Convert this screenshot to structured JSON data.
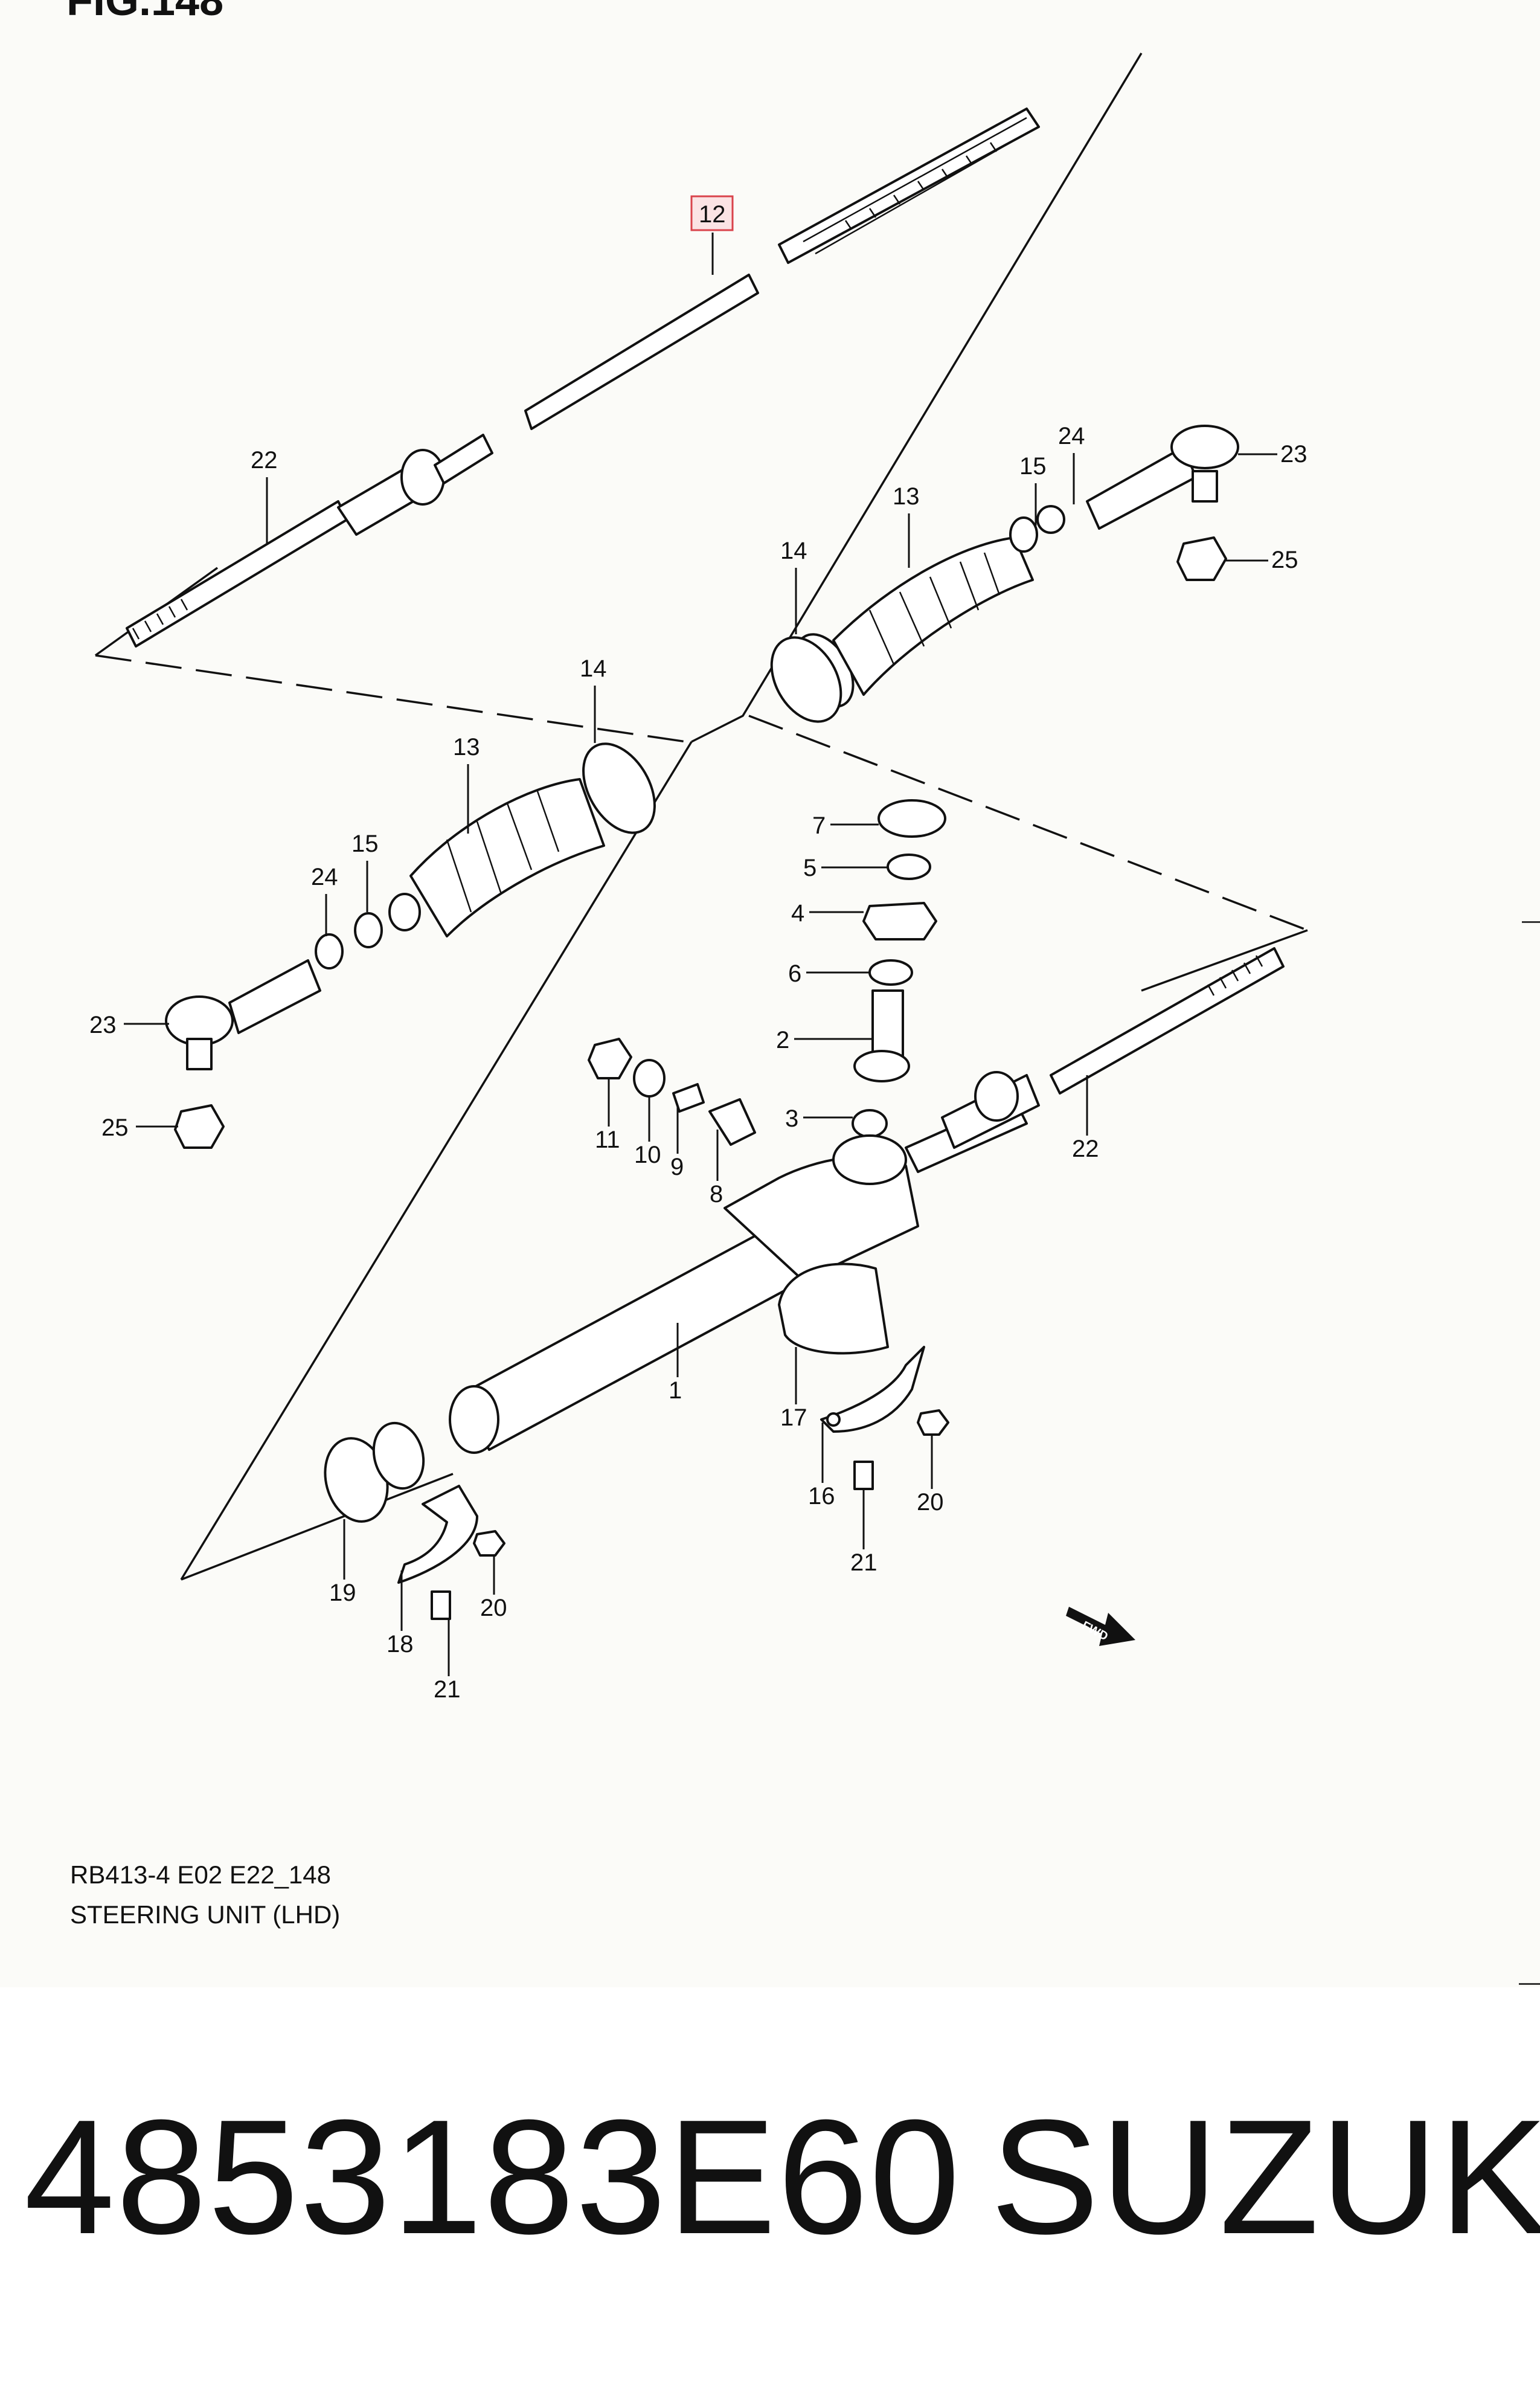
{
  "figure": {
    "title": "FIG.148"
  },
  "caption": {
    "code": "RB413-4 E02 E22_148",
    "title": "STEERING UNIT (LHD)"
  },
  "footer": {
    "part_number": "4853183E60",
    "brand": "SUZUKI"
  },
  "callouts": {
    "c12": "12",
    "c22a": "22",
    "c13a": "13",
    "c14a": "14",
    "c15a": "15",
    "c24a": "24",
    "c23a": "23",
    "c25a": "25",
    "c14b": "14",
    "c13b": "13",
    "c15b": "15",
    "c24b": "24",
    "c23b": "23",
    "c25b": "25",
    "c7": "7",
    "c5": "5",
    "c4": "4",
    "c6": "6",
    "c2": "2",
    "c3": "3",
    "c11": "11",
    "c10": "10",
    "c9": "9",
    "c8": "8",
    "c22b": "22",
    "c1": "1",
    "c17": "17",
    "c16": "16",
    "c20a": "20",
    "c21a": "21",
    "c19": "19",
    "c18": "18",
    "c20b": "20",
    "c21b": "21"
  },
  "fwd_mark": "FWD",
  "highlight": {
    "color": "#d9434b",
    "fill": "#fbe3e4"
  }
}
